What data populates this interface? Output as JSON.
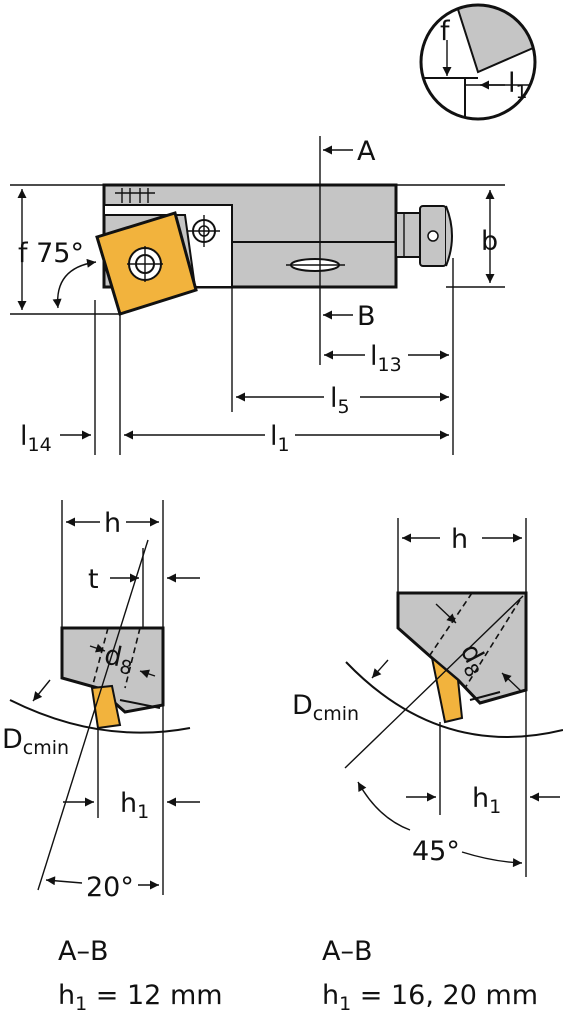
{
  "colors": {
    "body_gray": "#c5c5c5",
    "insert_gold": "#f2b33d",
    "outline": "#111111",
    "background": "#ffffff"
  },
  "detail": {
    "f": "f",
    "l": "l",
    "l_sub": "1"
  },
  "top_view": {
    "angle_label": "f 75°",
    "section_a": "A",
    "section_b": "B",
    "b": "b",
    "l13": {
      "l": "l",
      "sub": "13"
    },
    "l5": {
      "l": "l",
      "sub": "5"
    },
    "l1": {
      "l": "l",
      "sub": "1"
    },
    "l14": {
      "l": "l",
      "sub": "14"
    }
  },
  "section_left": {
    "h": "h",
    "t": "t",
    "d8": {
      "d": "d",
      "sub": "8"
    },
    "dcmin": {
      "d": "D",
      "sub": "cmin"
    },
    "h1": {
      "h": "h",
      "sub": "1"
    },
    "angle": "20°",
    "caption_title": "A–B",
    "caption_h1": {
      "h": "h",
      "sub": "1",
      "rest": " = 12 mm"
    }
  },
  "section_right": {
    "h": "h",
    "d8": {
      "d": "d",
      "sub": "8"
    },
    "dcmin": {
      "d": "D",
      "sub": "cmin"
    },
    "h1": {
      "h": "h",
      "sub": "1"
    },
    "angle": "45°",
    "caption_title": "A–B",
    "caption_h1": {
      "h": "h",
      "sub": "1",
      "rest": " = 16, 20 mm"
    }
  }
}
